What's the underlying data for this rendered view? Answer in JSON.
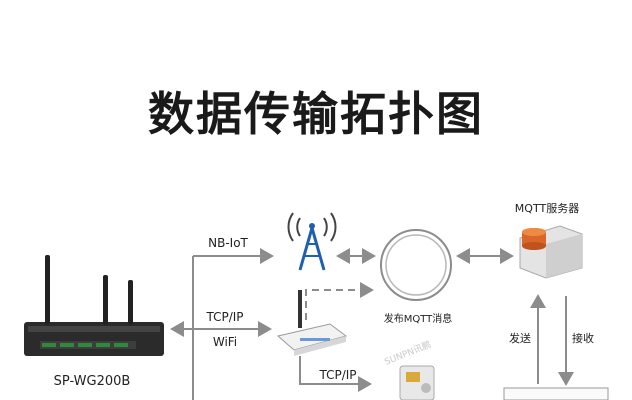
{
  "title": "数据传输拓扑图",
  "labels": {
    "nbiot": "NB-IoT",
    "tcpip_top": "TCP/IP",
    "wifi": "WiFi",
    "tcpip_bottom": "TCP/IP",
    "gateway": "SP-WG200B",
    "mqtt_server": "MQTT服务器",
    "publish": "发布MQTT消息",
    "send": "发送",
    "receive": "接收",
    "watermark": "SUNPN讯鹏"
  },
  "colors": {
    "line": "#8c8c8c",
    "accent_orange": "#d9662a",
    "tower_blue": "#1f5fb0",
    "device_dark": "#2b2b2b"
  }
}
